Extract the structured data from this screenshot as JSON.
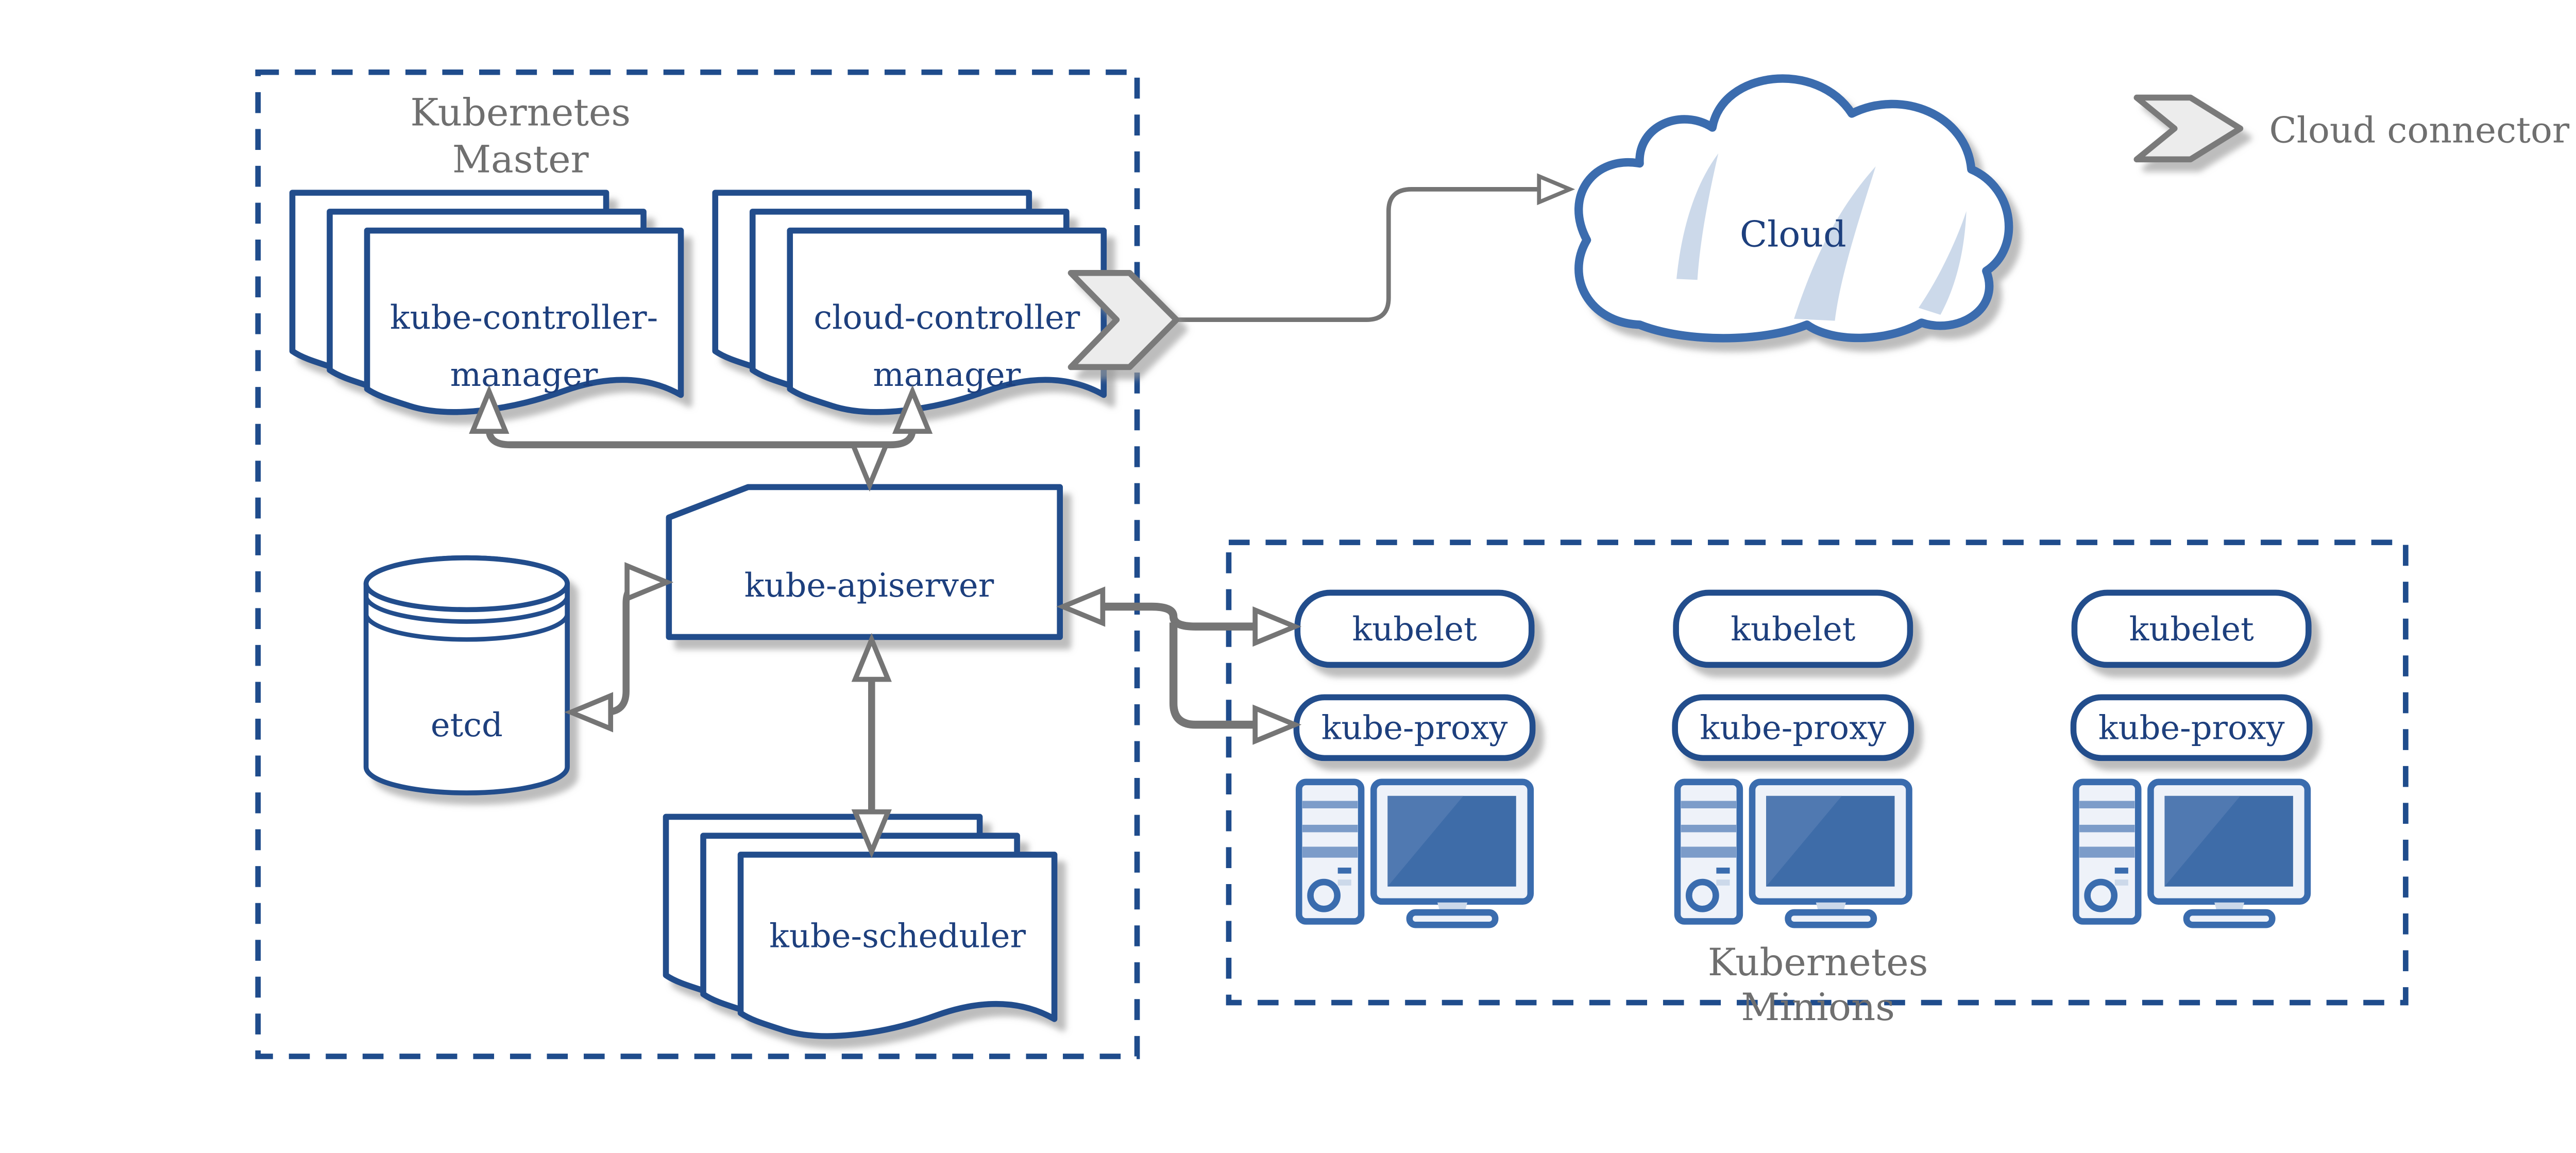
{
  "colors": {
    "node_border": "#234e8c",
    "node_text": "#1d3f7d",
    "dash_border": "#1f4c8c",
    "gray_label": "#6f6f6f",
    "arrow": "#757575",
    "chevron_fill": "#ececec",
    "chevron_border": "#7a7a7a",
    "cloud_border": "#3a6cae",
    "cloud_highlight": "#ccd9ea",
    "computer_blue": "#3a6cae",
    "computer_light": "#eef2f9",
    "computer_mid": "#7c9cc9",
    "screen_fill": "#3e6ca8",
    "screen_sheen": "#5079b1",
    "pale_blue": "#ccd9ea",
    "bg": "#ffffff"
  },
  "master": {
    "label_line1": "Kubernetes",
    "label_line2": "Master",
    "nodes": {
      "kube_controller_manager": {
        "label_line1": "kube-controller-",
        "label_line2": "manager"
      },
      "cloud_controller_manager": {
        "label_line1": "cloud-controller",
        "label_line2": "manager"
      },
      "kube_apiserver": {
        "label": "kube-apiserver"
      },
      "etcd": {
        "label": "etcd"
      },
      "kube_scheduler": {
        "label": "kube-scheduler"
      }
    }
  },
  "cloud": {
    "label": "Cloud"
  },
  "legend": {
    "label": "Cloud connector"
  },
  "minions": {
    "label_line1": "Kubernetes",
    "label_line2": "Minions",
    "nodes": [
      {
        "kubelet": "kubelet",
        "kube_proxy": "kube-proxy"
      },
      {
        "kubelet": "kubelet",
        "kube_proxy": "kube-proxy"
      },
      {
        "kubelet": "kubelet",
        "kube_proxy": "kube-proxy"
      }
    ]
  }
}
